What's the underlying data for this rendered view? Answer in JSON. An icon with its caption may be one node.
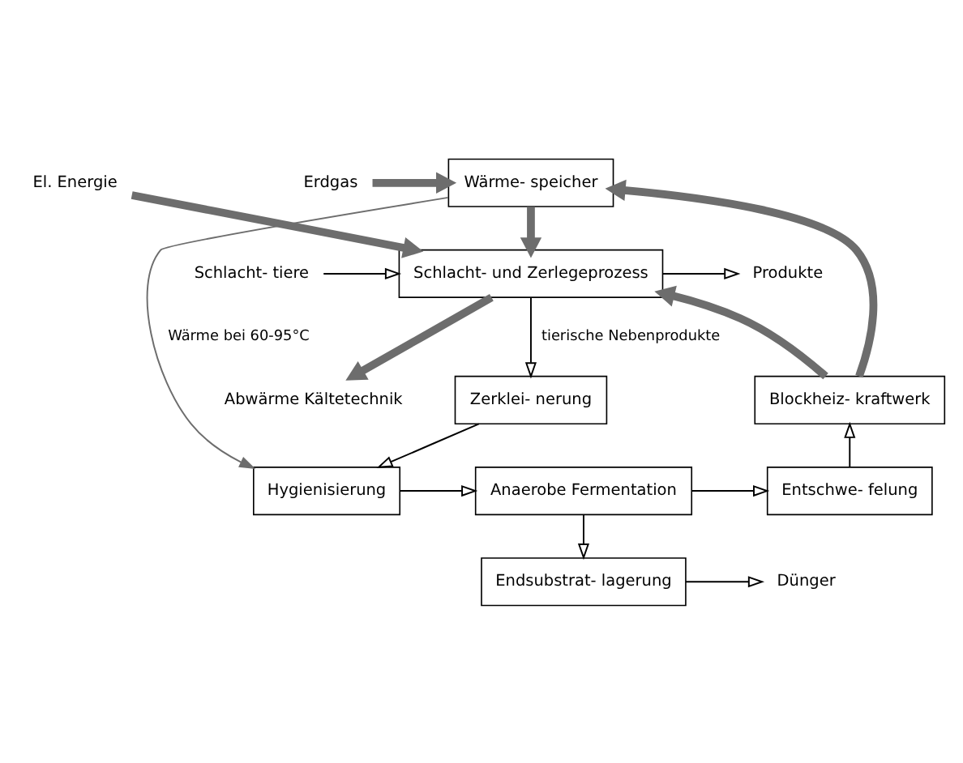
{
  "diagram": {
    "nodes": [
      {
        "text": [
          "Wärme- speicher"
        ]
      },
      {
        "text": [
          "Schlacht- und Zerlegeprozess"
        ]
      },
      {
        "text": [
          "Blockheiz- kraftwerk"
        ]
      },
      {
        "text": [
          "Zerklei- nerung"
        ]
      },
      {
        "text": [
          "Entschwe- felung"
        ]
      },
      {
        "text": [
          "Anaerobe Fermentation"
        ]
      },
      {
        "text": [
          "Hygienisierung"
        ]
      },
      {
        "text": [
          "Endsubstrat- lagerung"
        ]
      },
      {
        "text": [
          "Erdgas"
        ]
      },
      {
        "text": [
          "El. Energie"
        ]
      },
      {
        "text": [
          "Schlacht- tiere"
        ]
      },
      {
        "text": [
          "Produkte"
        ]
      },
      {
        "text": [
          "Abwärme Kältetechnik"
        ]
      },
      {
        "text": [
          "Dünger"
        ]
      }
    ],
    "edges": [
      {
        "from": 8,
        "to": 0,
        "arrow": "to",
        "style": "thick",
        "color": "#6d6d6d"
      },
      {
        "from": 9,
        "to": 1,
        "arrow": "to",
        "style": "thick",
        "color": "#6d6d6d"
      },
      {
        "from": 2,
        "to": 0,
        "arrow": "to",
        "style": "thick",
        "color": "#6d6d6d"
      },
      {
        "from": 2,
        "to": 1,
        "arrow": "to",
        "style": "thick",
        "color": "#6d6d6d"
      },
      {
        "from": 0,
        "to": 1,
        "arrow": "to",
        "style": "thick",
        "color": "#6d6d6d"
      },
      {
        "from": 0,
        "to": 6,
        "arrow": "to",
        "label": "Wärme bei 60-95°C",
        "color": "#6d6d6d"
      },
      {
        "from": 10,
        "to": 1,
        "arrow": "to"
      },
      {
        "from": 1,
        "to": 11,
        "arrow": "to"
      },
      {
        "from": 1,
        "to": 12,
        "arrow": "to",
        "style": "thick",
        "color": "#6d6d6d"
      },
      {
        "from": 1,
        "to": 3,
        "arrow": "to",
        "label": "tierische Nebenprodukte"
      },
      {
        "from": 3,
        "to": 6,
        "arrow": "to"
      },
      {
        "from": 6,
        "to": 5,
        "arrow": "to"
      },
      {
        "from": 5,
        "to": 4,
        "arrow": "to"
      },
      {
        "from": 4,
        "to": 2,
        "arrow": "to"
      },
      {
        "from": 5,
        "to": 7,
        "arrow": "to"
      },
      {
        "from": 7,
        "to": 13,
        "arrow": "to"
      }
    ]
  }
}
